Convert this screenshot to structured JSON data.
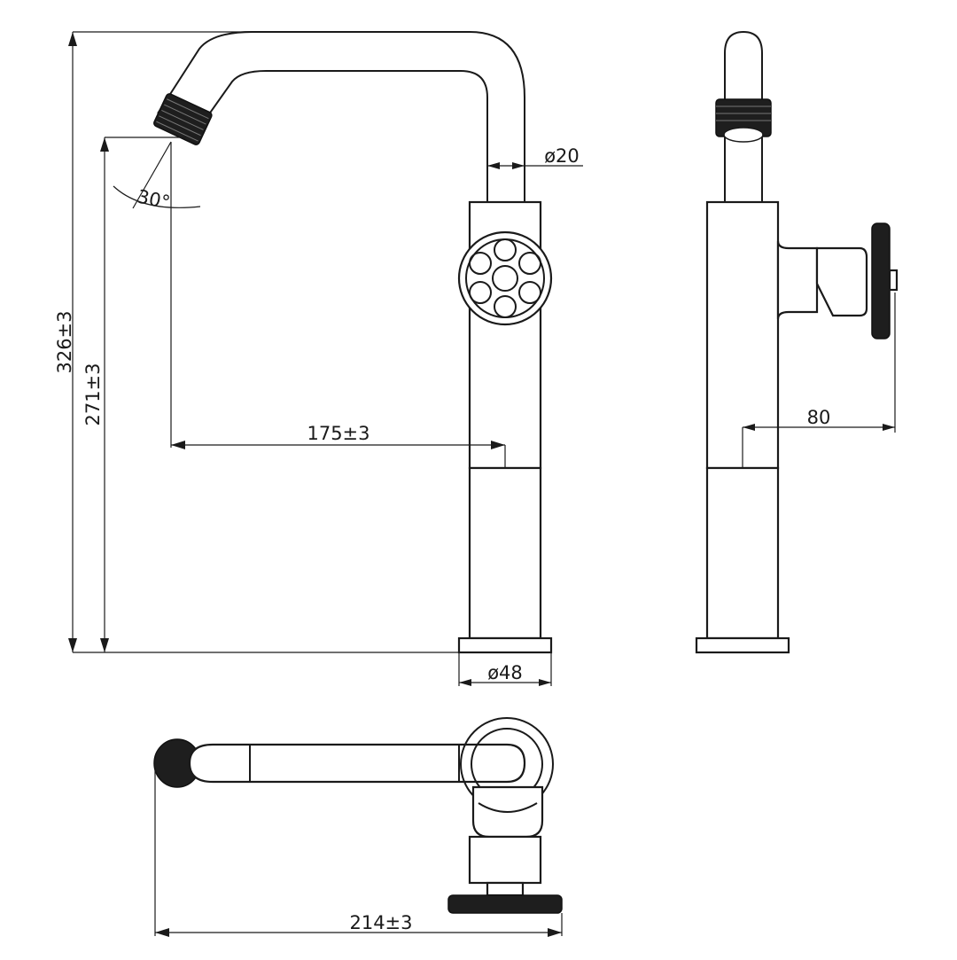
{
  "dimensions": {
    "overall_height": "326±3",
    "outlet_height": "271±3",
    "spout_angle": "30°",
    "reach": "175±3",
    "spout_diameter": "ø20",
    "base_diameter": "ø48",
    "handle_projection": "80",
    "overall_length": "214±3"
  },
  "colors": {
    "line": "#1a1a1a",
    "fill_dark": "#1e1e1e",
    "background": "#ffffff"
  }
}
